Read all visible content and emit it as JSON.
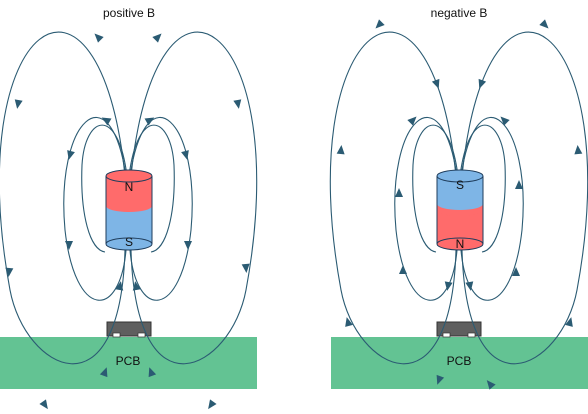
{
  "colors": {
    "field_line": "#2b5b73",
    "pcb": "#63c393",
    "magnet_red": "#ff6b6b",
    "magnet_blue": "#7eb5e6",
    "sensor": "#606060"
  },
  "panels": [
    {
      "title": "positive B",
      "pcb_label": "PCB",
      "magnet": {
        "top_pole": "N",
        "bottom_pole": "S",
        "top_color": "red",
        "bottom_color": "blue"
      },
      "field_direction": "out of the top pole, into the bottom pole"
    },
    {
      "title": "negative B",
      "pcb_label": "PCB",
      "magnet": {
        "top_pole": "S",
        "bottom_pole": "N",
        "top_color": "blue",
        "bottom_color": "red"
      },
      "field_direction": "out of the bottom pole, into the top pole"
    }
  ]
}
